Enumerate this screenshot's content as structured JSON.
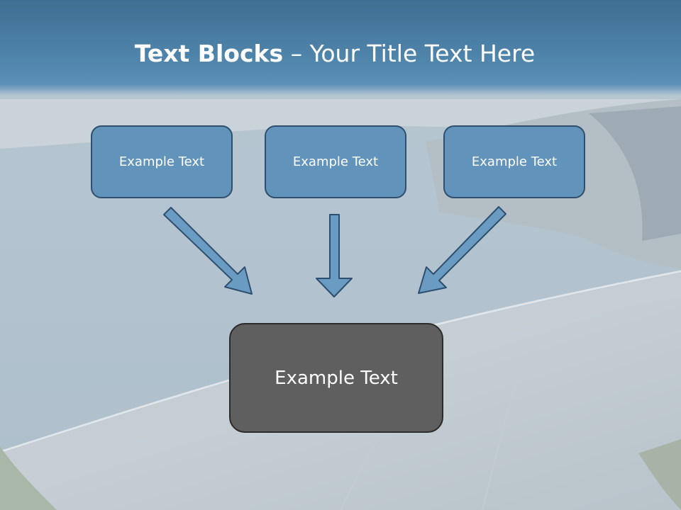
{
  "slide": {
    "title_bold": "Text Blocks",
    "title_rest": "– Your Title Text Here",
    "boxes": [
      {
        "label": "Example Text"
      },
      {
        "label": "Example Text"
      },
      {
        "label": "Example Text"
      }
    ],
    "result_box": {
      "label": "Example Text"
    }
  },
  "colors": {
    "header": "#4a7da3",
    "box_fill": "#6193bb",
    "box_border": "#2f4f6e",
    "result_fill": "#5f5f5f",
    "arrow_fill": "#6a9bc3"
  }
}
